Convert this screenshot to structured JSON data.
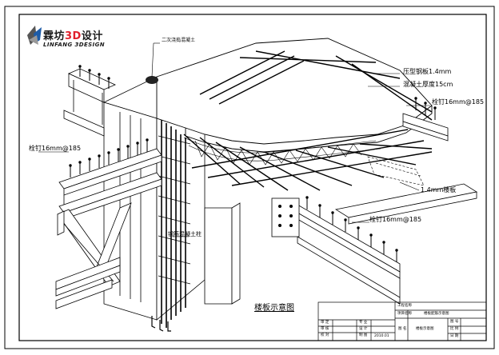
{
  "logo": {
    "cn_prefix": "霖坊",
    "cn_accent": "3D",
    "cn_suffix": "设计",
    "en": "LINFANG 3DESIGN"
  },
  "labels": {
    "secondary_concrete": "二次浇捣混凝土",
    "deck_thickness": "压型钢板1.4mm",
    "concrete_thickness": "混凝土厚度15cm",
    "rebar_top_right": "栓钉16mm@185",
    "rebar_left": "栓钉16mm@185",
    "rebar_bottom": "栓钉16mm@185",
    "deck_plate": "1.4mm楼板",
    "column_rebar": "钢筋混凝土柱"
  },
  "drawing_title": "楼板示意图",
  "title_block": {
    "engineer_label": "工程名称",
    "project_label": "项目名称",
    "project_value": "楼板配筋示意图",
    "drawing_name_label": "图 名",
    "drawing_name_value": "楼板示意图",
    "row_labels": [
      "审 定",
      "审 核",
      "校 对"
    ],
    "row_labels_2": [
      "专 业",
      "设 计",
      "制 图"
    ],
    "right_labels": [
      "图 号",
      "比 例",
      "日 期"
    ],
    "date_value": "2010.01"
  },
  "colors": {
    "line": "#000000",
    "accent": "#e0202c",
    "logo_blue": "#1d5ca8"
  }
}
